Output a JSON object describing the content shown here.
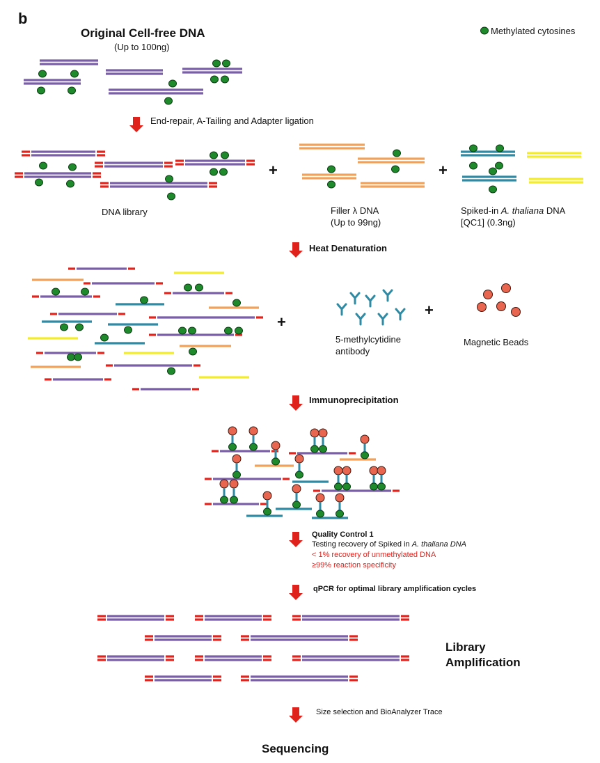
{
  "panel_letter": "b",
  "legend": {
    "label": "Methylated cytosines"
  },
  "step0": {
    "title": "Original Cell-free DNA",
    "subtitle": "(Up to 100ng)"
  },
  "step1": {
    "label": "End-repair, A-Tailing and Adapter ligation"
  },
  "row2": {
    "dna_library": "DNA library",
    "filler_line1": "Filler λ DNA",
    "filler_line2": "(Up to 99ng)",
    "spiked_prefix": "Spiked-in ",
    "spiked_italic": "A. thaliana",
    "spiked_suffix": " DNA",
    "spiked_line2": "[QC1] (0.3ng)"
  },
  "step2": {
    "label": "Heat Denaturation"
  },
  "row3": {
    "antibody_line1": "5-methylcytidine",
    "antibody_line2": "antibody",
    "beads": "Magnetic Beads"
  },
  "step3": {
    "label": "Immunoprecipitation"
  },
  "qc": {
    "title": "Quality Control 1",
    "line1_prefix": "Testing recovery of Spiked in ",
    "line1_italic": "A. thaliana DNA",
    "line2": "< 1% recovery of unmethylated DNA",
    "line3": "≥99% reaction specificity"
  },
  "step4": {
    "label": "qPCR for optimal library amplification cycles"
  },
  "step5": {
    "line1": "Library",
    "line2": "Amplification"
  },
  "step6": {
    "label": "Size selection and BioAnalyzer Trace"
  },
  "final": {
    "label": "Sequencing"
  },
  "plus_sign": "+",
  "colors": {
    "purple": "#7b5ea8",
    "orange": "#f0a25a",
    "teal": "#2f8aa3",
    "yellow": "#f2ec2c",
    "adapter_red": "#e0231c",
    "methyl_green": "#1f8a2c",
    "bead": "#e8654f",
    "arrow_red": "#e0221c"
  }
}
